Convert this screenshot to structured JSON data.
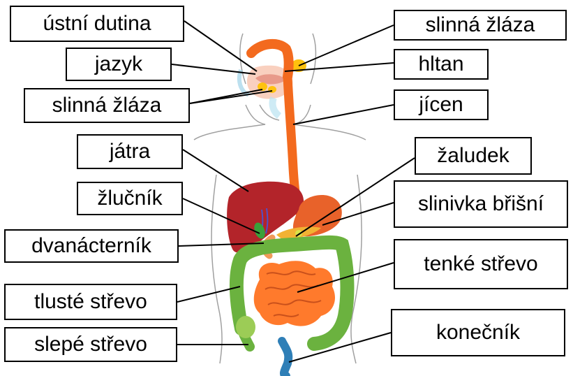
{
  "diagram": {
    "labels": {
      "mouth": "ústní dutina",
      "tongue": "jazyk",
      "salivary_lower": "slinná žláza",
      "liver": "játra",
      "gallbladder": "žlučník",
      "duodenum": "dvanácterník",
      "large_intestine": "tlusté střevo",
      "cecum": "slepé střevo",
      "salivary_upper": "slinná žláza",
      "pharynx": "hltan",
      "esophagus": "jícen",
      "stomach": "žaludek",
      "pancreas": "slinivka břišní",
      "small_intestine": "tenké střevo",
      "rectum": "konečník"
    },
    "colors": {
      "esophagus": "#f36a1e",
      "liver": "#b3242a",
      "stomach": "#e8622a",
      "small_intestine": "#ff7a2c",
      "large_intestine": "#6bb23f",
      "rectum": "#2f7fb7",
      "salivary": "#ffc20e",
      "body_outline": "#9a9a9a"
    }
  }
}
